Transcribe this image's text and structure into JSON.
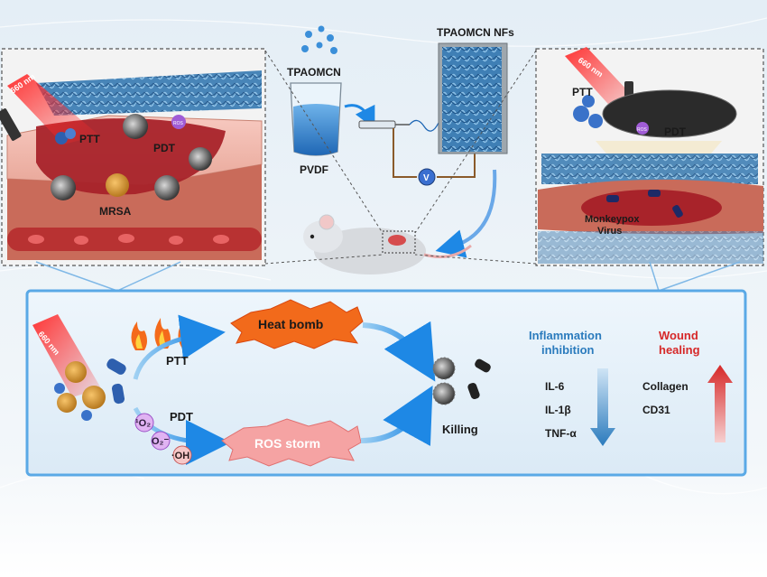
{
  "left_panel": {
    "laser_label": "660 nm",
    "ptt_label": "PTT",
    "pdt_label": "PDT",
    "ros_tag": "ROS",
    "bacteria_label": "MRSA"
  },
  "center_panel": {
    "precursor_label": "TPAOMCN",
    "solvent_label": "PVDF",
    "product_label": "TPAOMCN NFs",
    "voltage_symbol": "V"
  },
  "right_panel": {
    "laser_label": "660 nm",
    "ptt_label": "PTT",
    "pdt_label": "PDT",
    "ros_tag": "ROS",
    "virus_label_line1": "Monkeypox",
    "virus_label_line2": "Virus"
  },
  "mechanism": {
    "laser_label": "660 nm",
    "ptt_label": "PTT",
    "pdt_label": "PDT",
    "heat_label": "Heat bomb",
    "ros_storm_label": "ROS storm",
    "singlet_oxygen": "¹O₂",
    "superoxide": "O₂⁻",
    "hydroxyl": "·OH",
    "killing_label": "Killing",
    "inflammation_title_line1": "Inflammation",
    "inflammation_title_line2": "inhibition",
    "inflammation_markers": [
      "IL-6",
      "IL-1β",
      "TNF-α"
    ],
    "healing_title_line1": "Wound",
    "healing_title_line2": "healing",
    "healing_markers": [
      "Collagen",
      "CD31"
    ]
  },
  "colors": {
    "frame_blue": "#5aa9e6",
    "tissue_red": "#b02a2a",
    "heat_orange": "#f26a1b",
    "ros_pink": "#f08a8a",
    "inflammation_blue": "#2b7bbd",
    "healing_red": "#d62828"
  }
}
